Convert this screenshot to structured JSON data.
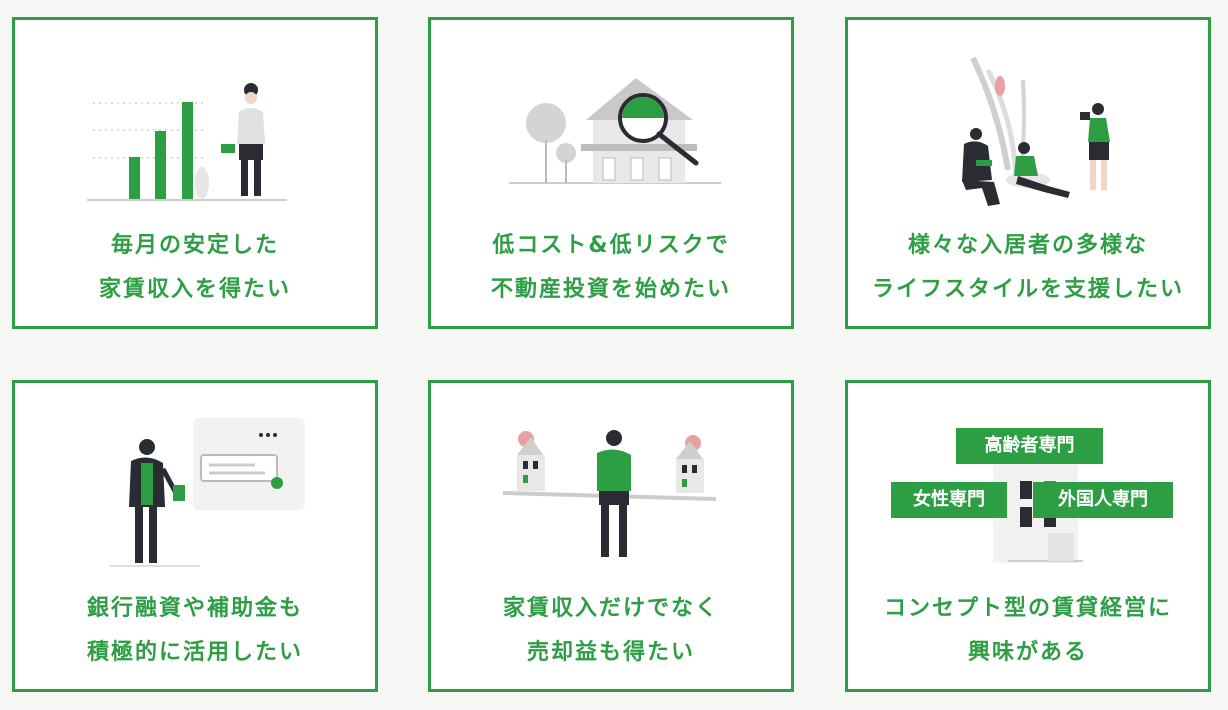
{
  "colors": {
    "accent": "#2e9e45",
    "background": "#f7f7f5",
    "card_background": "#ffffff",
    "illustration_gray": "#cccccc",
    "figure_dark": "#2b2b33",
    "roof_pink": "#e8a0a0"
  },
  "cards": [
    {
      "illustration": "growing-bar-chart-with-person",
      "line1": "毎月の安定した",
      "line2": "家賃収入を得たい"
    },
    {
      "illustration": "house-under-magnifying-glass",
      "line1": "低コスト&低リスクで",
      "line2": "不動産投資を始めたい"
    },
    {
      "illustration": "diverse-people-lifestyle",
      "line1": "様々な入居者の多様な",
      "line2": "ライフスタイルを支援したい"
    },
    {
      "illustration": "person-with-money-and-document",
      "line1": "銀行融資や補助金も",
      "line2": "積極的に活用したい"
    },
    {
      "illustration": "person-balancing-two-houses",
      "line1": "家賃収入だけでなく",
      "line2": "売却益も得たい"
    },
    {
      "illustration": "concept-building-tags",
      "line1": "コンセプト型の賃貸経営に",
      "line2": "興味がある",
      "tags": [
        "高齢者専門",
        "女性専門",
        "外国人専門"
      ]
    }
  ]
}
